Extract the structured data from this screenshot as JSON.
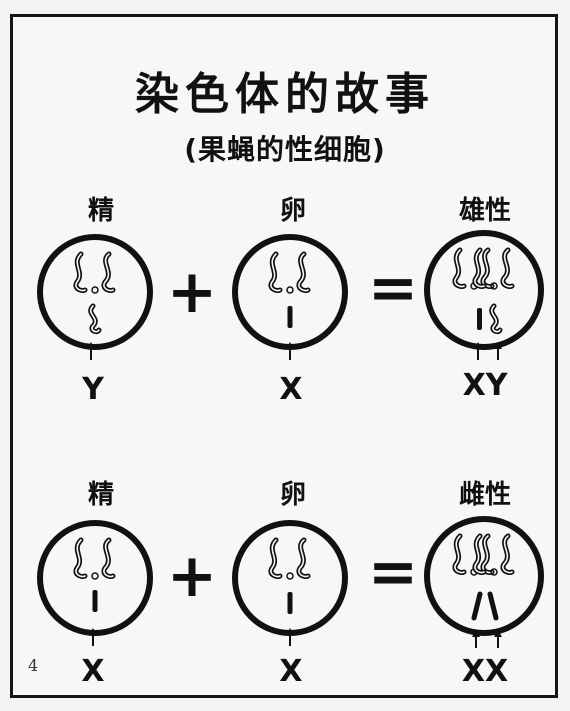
{
  "title": "染色体的故事",
  "subtitle": "(果蝇的性细胞)",
  "rows": [
    {
      "sperm_label": "精",
      "egg_label": "卵",
      "result_label": "雄性",
      "sperm_chrom": "Y",
      "egg_chrom": "X",
      "result_chrom": "XY",
      "plus": "+",
      "equals": "="
    },
    {
      "sperm_label": "精",
      "egg_label": "卵",
      "result_label": "雌性",
      "sperm_chrom": "X",
      "egg_chrom": "X",
      "result_chrom": "XX",
      "plus": "+",
      "equals": "="
    }
  ],
  "page_number": "4"
}
